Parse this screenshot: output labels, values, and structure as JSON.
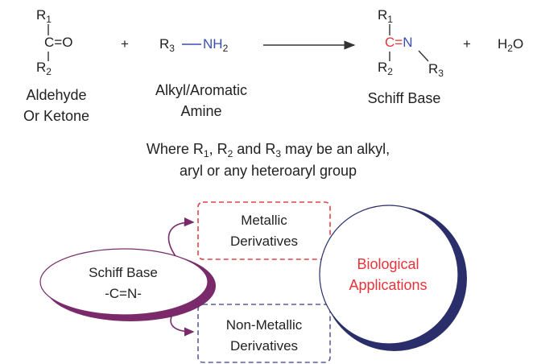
{
  "reaction": {
    "carbonyl": {
      "r_top": "R",
      "r_top_sub": "1",
      "core": "C=O",
      "r_bottom": "R",
      "r_bottom_sub": "2"
    },
    "plus1": "+",
    "amine": {
      "r": "R",
      "r_sub": "3",
      "bond": "—",
      "nh": "NH",
      "nh_sub": "2"
    },
    "product": {
      "r_top": "R",
      "r_top_sub": "1",
      "c": "C",
      "eq": "=",
      "n": "N",
      "r_bottom": "R",
      "r_bottom_sub": "2",
      "r_n": "R",
      "r_n_sub": "3"
    },
    "plus2": "+",
    "water": {
      "h": "H",
      "h_sub": "2",
      "o": "O"
    },
    "labels": {
      "carbonyl_line1": "Aldehyde",
      "carbonyl_line2": "Or Ketone",
      "amine_line1": "Alkyl/Aromatic",
      "amine_line2": "Amine",
      "product": "Schiff Base"
    }
  },
  "note": {
    "prefix": "Where R",
    "s1": "1",
    "comma": ", R",
    "s2": "2",
    "and": " and R",
    "s3": "3",
    "suffix": " may be an alkyl,",
    "line2": "aryl or any heteroaryl group"
  },
  "diagram": {
    "schiff_line1": "Schiff Base",
    "schiff_line2": "-C=N-",
    "metallic_line1": "Metallic",
    "metallic_line2": "Derivatives",
    "nonmetallic_line1": "Non-Metallic",
    "nonmetallic_line2": "Derivatives",
    "bio_line1": "Biological",
    "bio_line2": "Applications"
  },
  "colors": {
    "text": "#222222",
    "accent_red": "#e8333a",
    "amine_blue": "#3a4fb5",
    "metallic_border": "#e0424a",
    "nonmetallic_border": "#5a5f9a",
    "ellipse_shadow": "#7a2a6b",
    "circle_shadow": "#2a2f6b"
  }
}
